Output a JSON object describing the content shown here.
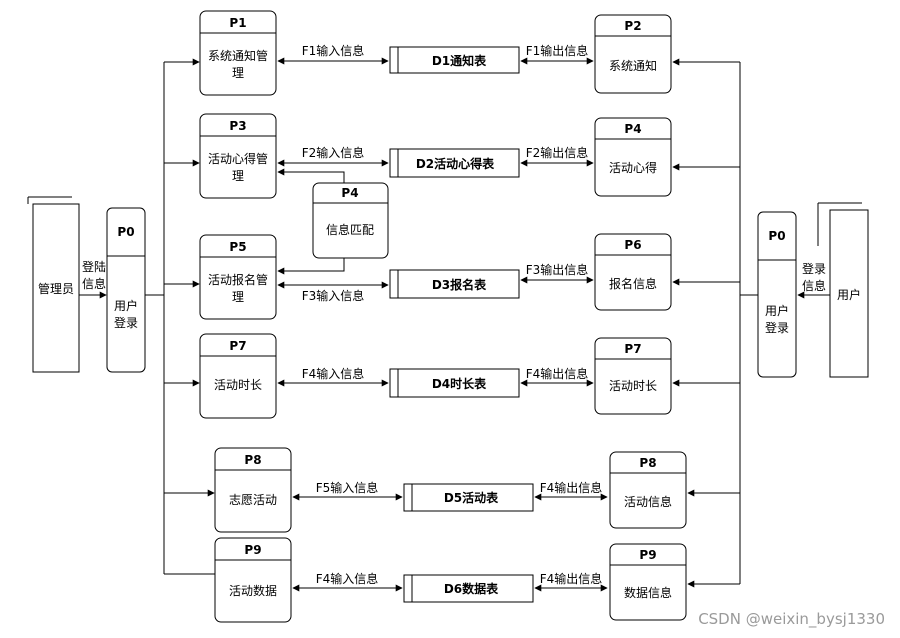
{
  "diagram": {
    "admin_entity": "管理员",
    "admin_login_flow": [
      "登陆",
      "信息"
    ],
    "user_entity": "用户",
    "user_login_flow": [
      "登录",
      "信息"
    ],
    "left_login": {
      "id": "P0",
      "name": [
        "用户",
        "登录"
      ]
    },
    "right_login": {
      "id": "P0",
      "name": [
        "用户",
        "登录"
      ]
    },
    "left_processes": [
      {
        "id": "P1",
        "name": [
          "系统通知管",
          "理"
        ]
      },
      {
        "id": "P3",
        "name": [
          "活动心得管",
          "理"
        ]
      },
      {
        "id": "P5",
        "name": [
          "活动报名管",
          "理"
        ]
      },
      {
        "id": "P7",
        "name": [
          "活动时长"
        ]
      },
      {
        "id": "P8",
        "name": [
          "志愿活动"
        ]
      },
      {
        "id": "P9",
        "name": [
          "活动数据"
        ]
      }
    ],
    "match_process": {
      "id": "P4",
      "name": "信息匹配"
    },
    "data_stores": [
      {
        "id": "D1",
        "label": "D1通知表"
      },
      {
        "id": "D2",
        "label": "D2活动心得表"
      },
      {
        "id": "D3",
        "label": "D3报名表"
      },
      {
        "id": "D4",
        "label": "D4时长表"
      },
      {
        "id": "D5",
        "label": "D5活动表"
      },
      {
        "id": "D6",
        "label": "D6数据表"
      }
    ],
    "right_processes": [
      {
        "id": "P2",
        "name": "系统通知"
      },
      {
        "id": "P4",
        "name": "活动心得"
      },
      {
        "id": "P6",
        "name": "报名信息"
      },
      {
        "id": "P7",
        "name": "活动时长"
      },
      {
        "id": "P8",
        "name": "活动信息"
      },
      {
        "id": "P9",
        "name": "数据信息"
      }
    ],
    "input_flows": [
      "F1输入信息",
      "F2输入信息",
      "F3输入信息",
      "F4输入信息",
      "F5输入信息",
      "F4输入信息"
    ],
    "output_flows": [
      "F1输出信息",
      "F2输出信息",
      "F3输出信息",
      "F4输出信息",
      "F4输出信息",
      "F4输出信息"
    ],
    "watermark": "CSDN @weixin_bysj1330"
  }
}
